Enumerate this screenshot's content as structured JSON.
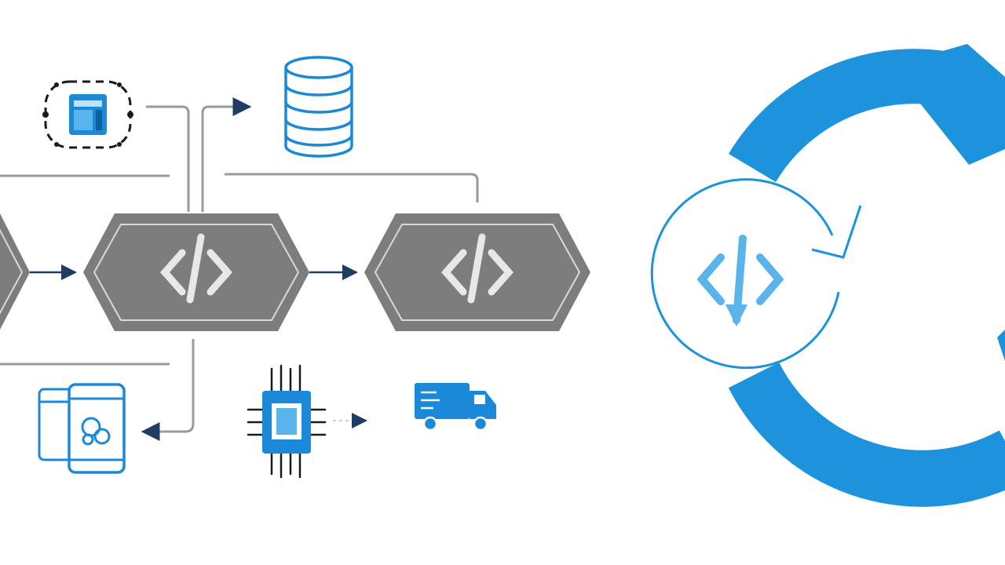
{
  "diagram": {
    "nodes": [
      {
        "id": "stage-left-partial",
        "kind": "code-stage",
        "glyph": "</>"
      },
      {
        "id": "stage-center",
        "kind": "code-stage",
        "glyph": "</>"
      },
      {
        "id": "stage-right",
        "kind": "code-stage",
        "glyph": "</>"
      }
    ],
    "icons": [
      "settings-panel-icon",
      "database-icon",
      "mobile-devices-icon",
      "processor-chip-icon",
      "delivery-truck-icon",
      "cycle-arrow-icon",
      "code-download-icon"
    ],
    "flows": [
      {
        "from": "stage-left-partial",
        "to": "stage-center"
      },
      {
        "from": "stage-center",
        "to": "stage-right"
      },
      {
        "from": "settings-panel-icon",
        "to": "stage-center"
      },
      {
        "from": "stage-center",
        "to": "database-icon"
      },
      {
        "from": "stage-center",
        "to": "mobile-devices-icon"
      },
      {
        "from": "processor-chip-icon",
        "to": "delivery-truck-icon"
      }
    ],
    "colors": {
      "stage_fill": "#7d7d7d",
      "stage_inner_stroke": "#d9d9d9",
      "connector": "#9a9a9a",
      "arrow": "#1f3d63",
      "icon_blue": "#1a8ad8",
      "cycle_blue": "#1c93dc",
      "code_light_blue": "#5ab4ec"
    }
  }
}
